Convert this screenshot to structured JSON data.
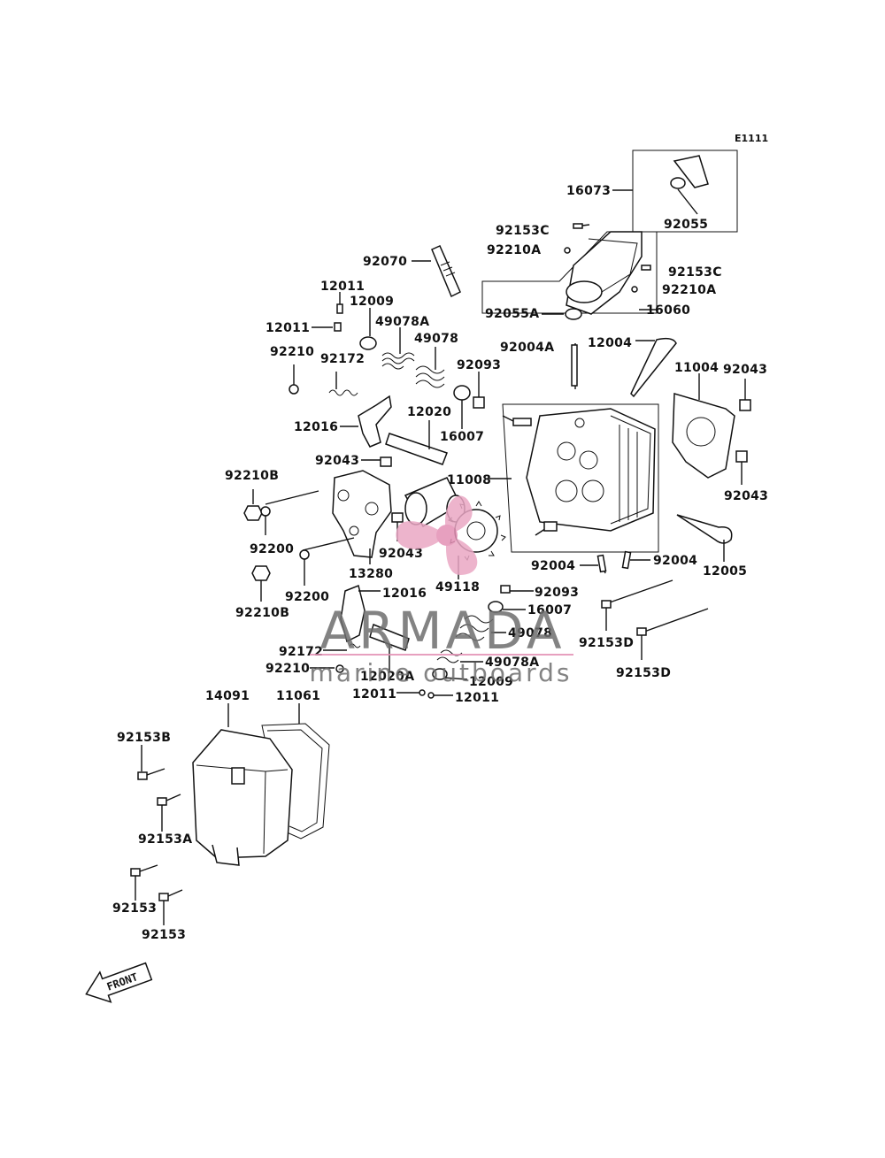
{
  "diagram_code": "E1111",
  "watermark": {
    "brand": "ARMADA",
    "tagline": "marine outboards"
  },
  "front_label": "FRONT",
  "labels": {
    "l16073": "16073",
    "l92055": "92055",
    "l92153C_1": "92153C",
    "l92210A_1": "92210A",
    "l92153C_2": "92153C",
    "l92210A_2": "92210A",
    "l92055A": "92055A",
    "l16060": "16060",
    "l92070": "92070",
    "l12011_a": "12011",
    "l12009_a": "12009",
    "l12011_b": "12011",
    "l49078A_a": "49078A",
    "l49078_a": "49078",
    "l92210_a": "92210",
    "l92172_a": "92172",
    "l92093_a": "92093",
    "l92004A": "92004A",
    "l12004": "12004",
    "l11004": "11004",
    "l92043_a": "92043",
    "l12020_a": "12020",
    "l12016_a": "12016",
    "l16007_a": "16007",
    "l92043_b": "92043",
    "l92210B_a": "92210B",
    "l11008": "11008",
    "l92043_c": "92043",
    "l92200_a": "92200",
    "l92043_d": "92043",
    "l13280": "13280",
    "l92004_a": "92004",
    "l92004_b": "92004",
    "l12005": "12005",
    "l49118": "49118",
    "l92200_b": "92200",
    "l12016_b": "12016",
    "l92093_b": "92093",
    "l92210B_b": "92210B",
    "l16007_b": "16007",
    "l49078_b": "49078",
    "l92153D_a": "92153D",
    "l92172_b": "92172",
    "l92210_b": "92210",
    "l12020A": "12020A",
    "l49078A_b": "49078A",
    "l12009_b": "12009",
    "l92153D_b": "92153D",
    "l12011_c": "12011",
    "l12011_d": "12011",
    "l14091": "14091",
    "l11061": "11061",
    "l92153B": "92153B",
    "l92153A": "92153A",
    "l92153_a": "92153",
    "l92153_b": "92153"
  }
}
